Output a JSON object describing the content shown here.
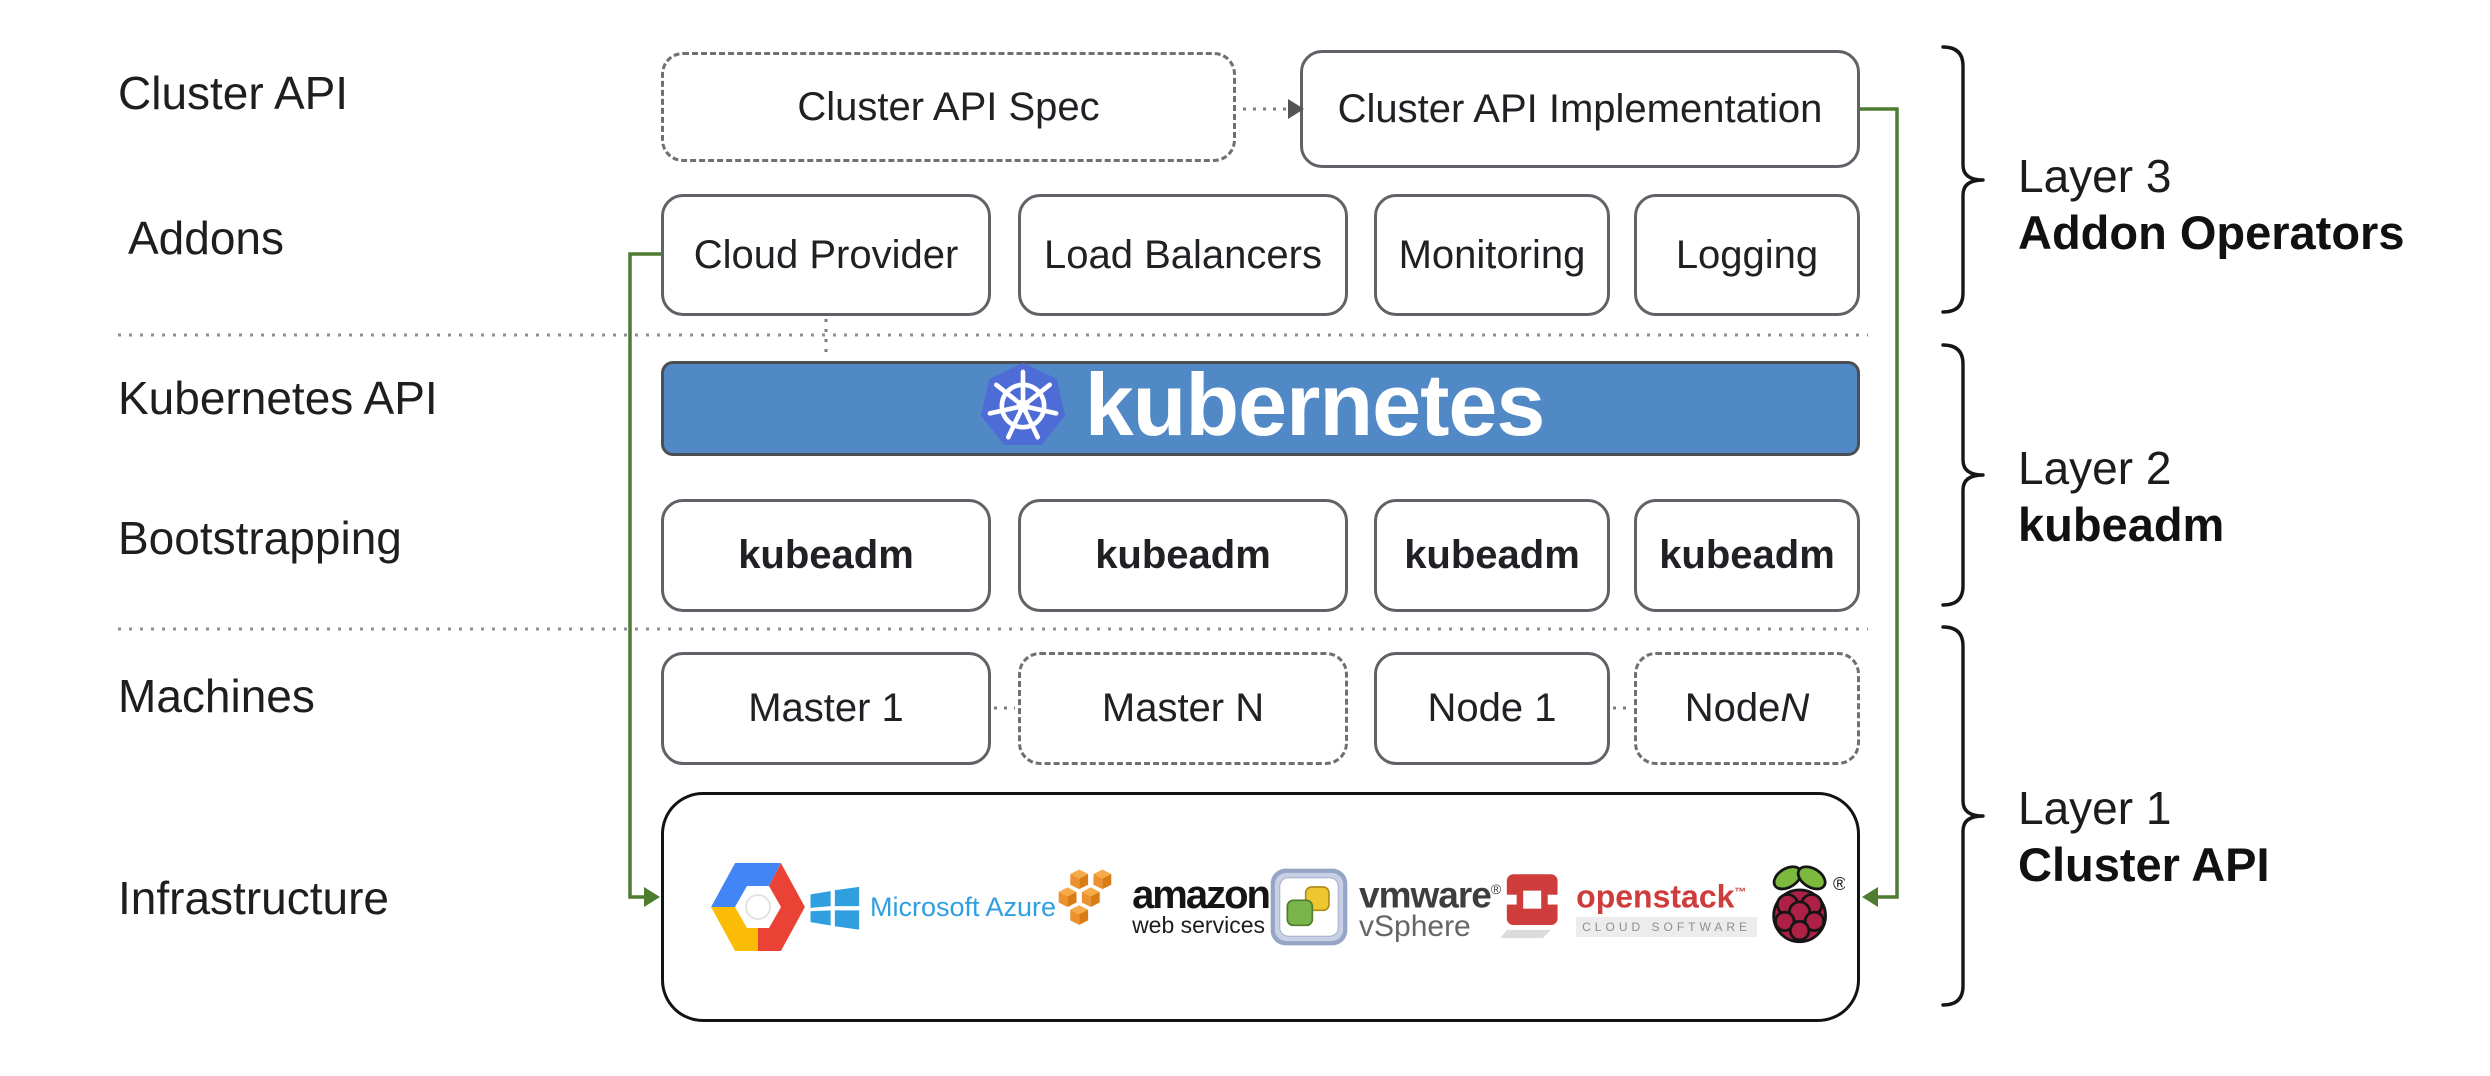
{
  "colors": {
    "accent_green": "#4e7c31",
    "banner_blue": "#5189c6",
    "k8s_logo_blue": "#4d6cd6",
    "box_border": "#5f6368",
    "divider": "#8a8f98",
    "text": "#202124",
    "azure_blue": "#2f9fe0",
    "aws_orange": "#ec912d",
    "openstack_red": "#cf3c3c",
    "vmware_green": "#79b54a",
    "vmware_yellow": "#eec62f",
    "gcp_blue": "#4285f4",
    "gcp_red": "#ea4335",
    "gcp_yellow": "#fbbc05",
    "raspberry_red": "#ad2146",
    "raspberry_green": "#7eb93f"
  },
  "left_labels": {
    "cluster_api": "Cluster API",
    "addons": "Addons",
    "kubernetes_api": "Kubernetes API",
    "bootstrapping": "Bootstrapping",
    "machines": "Machines",
    "infrastructure": "Infrastructure"
  },
  "top_row": {
    "spec": "Cluster API Spec",
    "implementation": "Cluster API Implementation"
  },
  "addons_row": {
    "cloud_provider": "Cloud Provider",
    "load_balancers": "Load Balancers",
    "monitoring": "Monitoring",
    "logging": "Logging"
  },
  "banner": {
    "wordmark": "kubernetes"
  },
  "bootstrapping_row": {
    "b1": "kubeadm",
    "b2": "kubeadm",
    "b3": "kubeadm",
    "b4": "kubeadm"
  },
  "machines_row": {
    "master1": "Master 1",
    "masterN": "Master N",
    "node1": "Node 1",
    "nodeN_prefix": "Node ",
    "nodeN_italic": "N"
  },
  "infrastructure": {
    "azure_text": "Microsoft Azure",
    "aws_primary": "amazon",
    "aws_secondary": "web services",
    "vmware_primary": "vmware",
    "vmware_reg": "®",
    "vmware_secondary": "vSphere",
    "openstack_primary": "openstack",
    "openstack_tm": "™",
    "openstack_secondary": "CLOUD SOFTWARE",
    "raspberry_reg": "®"
  },
  "layers": {
    "layer3": {
      "title": "Layer 3",
      "subtitle": "Addon Operators"
    },
    "layer2": {
      "title": "Layer 2",
      "subtitle": "kubeadm"
    },
    "layer1": {
      "title": "Layer 1",
      "subtitle": "Cluster API"
    }
  }
}
